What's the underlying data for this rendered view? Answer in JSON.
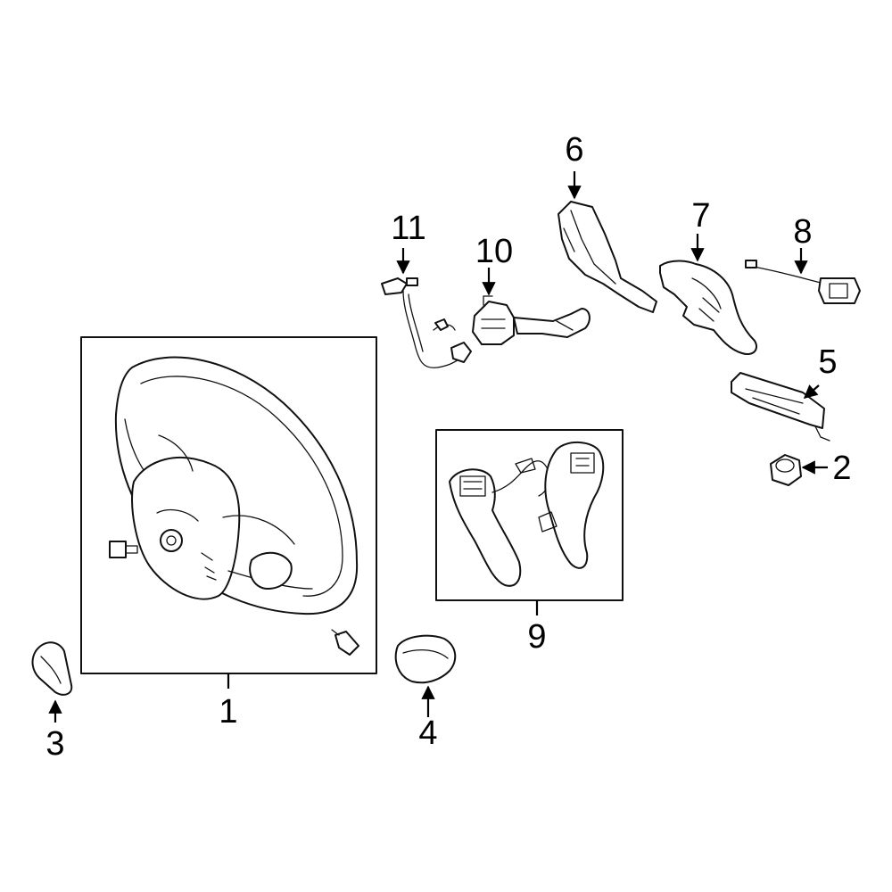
{
  "diagram": {
    "highlight_color": "#2b3aa0",
    "callouts": [
      {
        "id": "1",
        "label": "1"
      },
      {
        "id": "2",
        "label": "2"
      },
      {
        "id": "3",
        "label": "3"
      },
      {
        "id": "4",
        "label": "4"
      },
      {
        "id": "5",
        "label": "5"
      },
      {
        "id": "6",
        "label": "6"
      },
      {
        "id": "7",
        "label": "7"
      },
      {
        "id": "8",
        "label": "8"
      },
      {
        "id": "9",
        "label": "9"
      },
      {
        "id": "10",
        "label": "10"
      },
      {
        "id": "11",
        "label": "11"
      }
    ]
  }
}
